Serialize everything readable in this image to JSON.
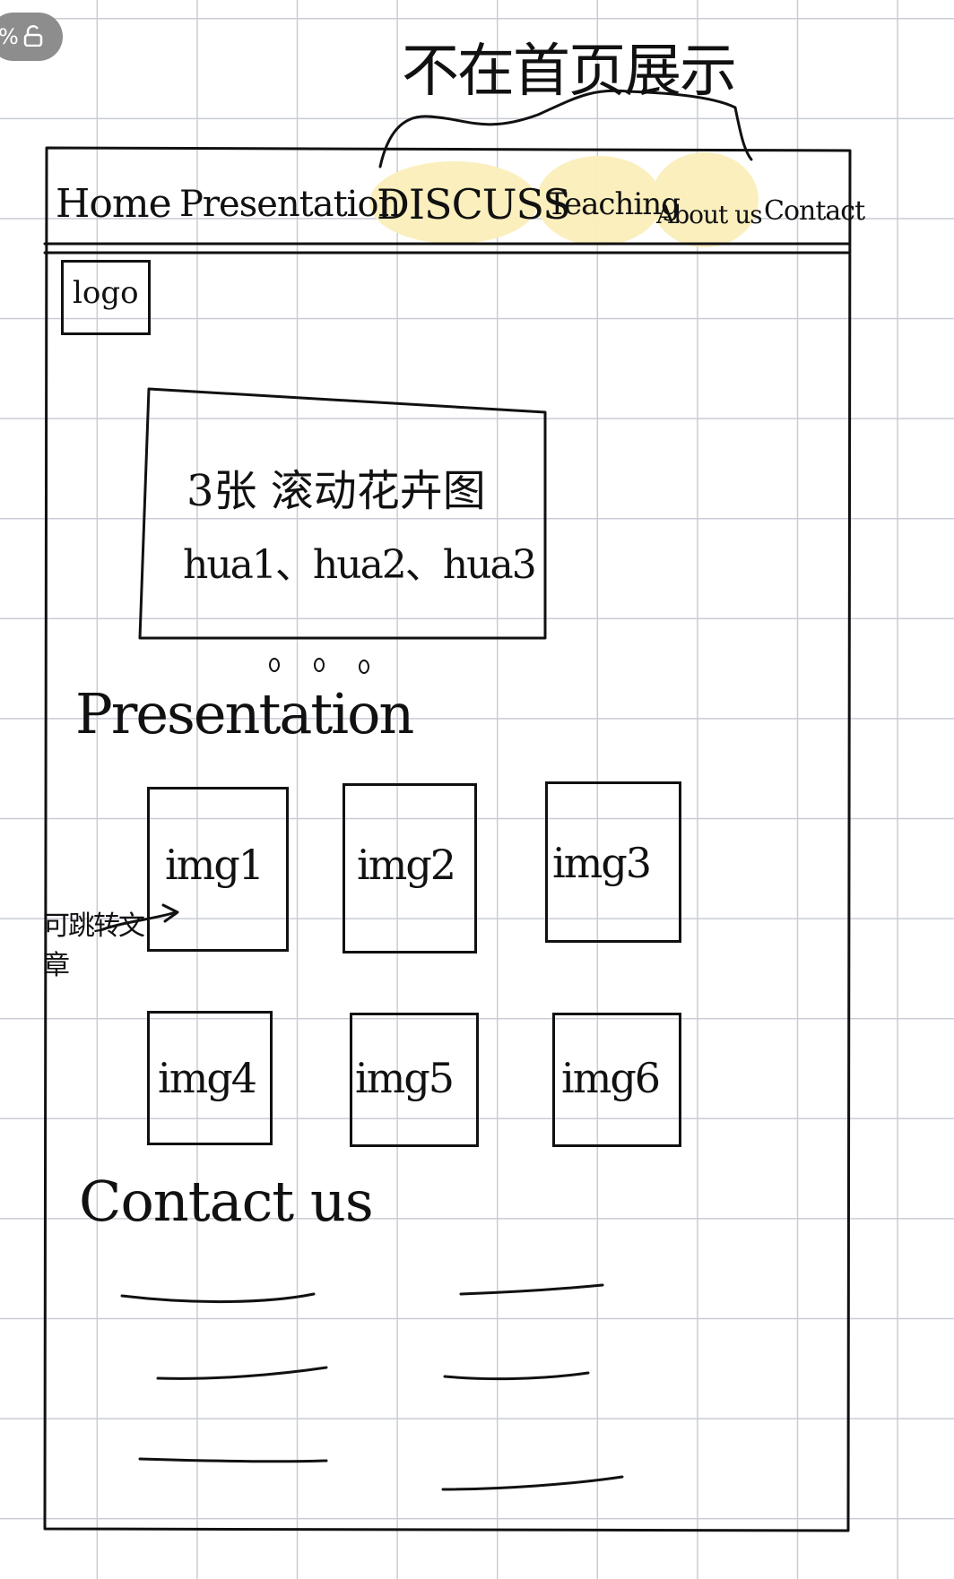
{
  "toolbar": {
    "zoom_text": "%"
  },
  "annotation_top": "不在首页展示",
  "nav": {
    "items": [
      "Home",
      "Presentation",
      "DISCUSS",
      "Teaching",
      "About us",
      "Contact"
    ]
  },
  "header": {
    "logo": "logo"
  },
  "carousel": {
    "line1": "3张 滚动花卉图",
    "line2": "hua1、hua2、hua3",
    "dots": 3
  },
  "presentation": {
    "title": "Presentation",
    "images": [
      "img1",
      "img2",
      "img3",
      "img4",
      "img5",
      "img6"
    ],
    "side_note": "可跳转文章"
  },
  "contact": {
    "title": "Contact us"
  },
  "colors": {
    "highlight": "#fbeebb",
    "ink": "#111111",
    "grid": "#c9ccd6"
  }
}
